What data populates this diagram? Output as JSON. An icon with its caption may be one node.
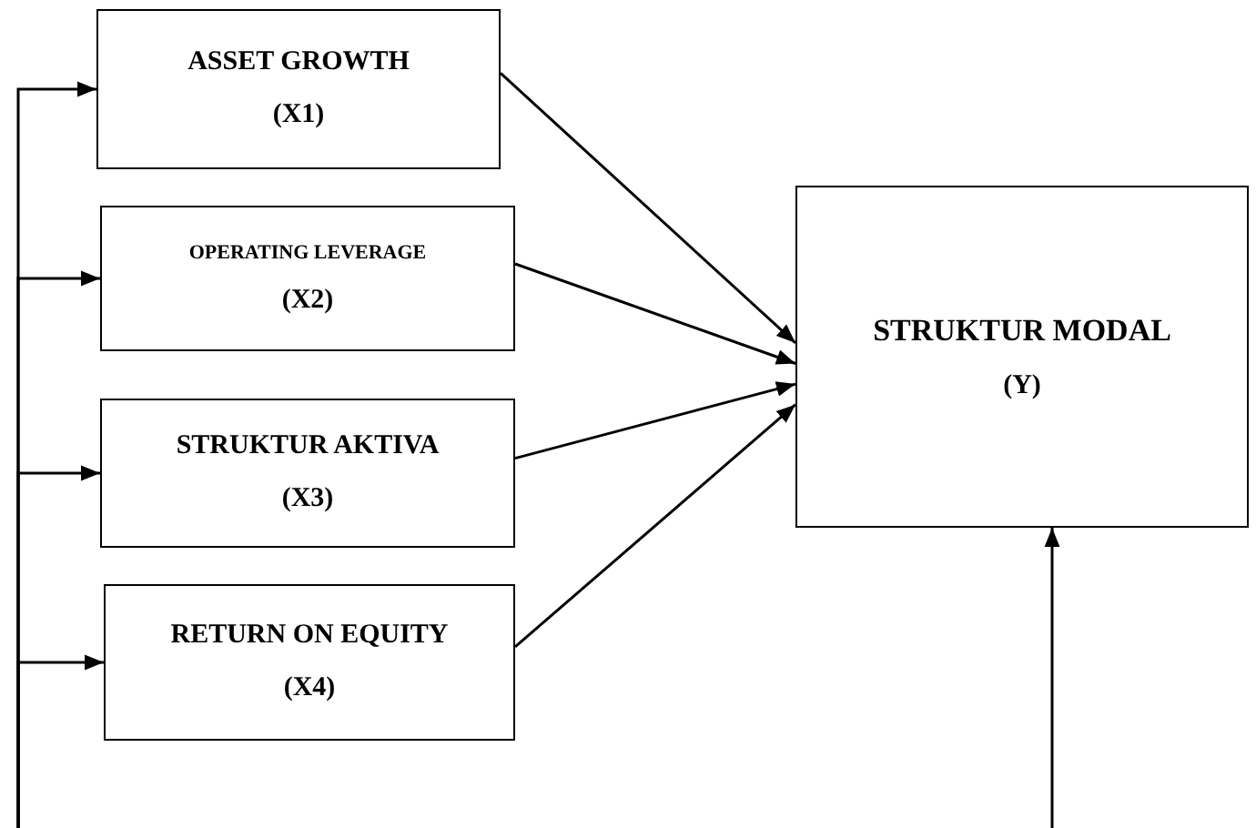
{
  "diagram": {
    "nodes": [
      {
        "text": [
          "ASSET GROWTH",
          "(X1)"
        ]
      },
      {
        "text": [
          "OPERATING LEVERAGE",
          "(X2)"
        ]
      },
      {
        "text": [
          "STRUKTUR AKTIVA",
          "(X3)"
        ]
      },
      {
        "text": [
          "RETURN ON EQUITY",
          "(X4)"
        ]
      },
      {
        "text": [
          "STRUKTUR MODAL",
          "(Y)"
        ]
      }
    ],
    "edges": [
      {
        "from": 0,
        "to": 4,
        "arrow": "to"
      },
      {
        "from": 1,
        "to": 4,
        "arrow": "to"
      },
      {
        "from": 2,
        "to": 4,
        "arrow": "to"
      },
      {
        "from": 3,
        "to": 4,
        "arrow": "to"
      },
      {
        "from": null,
        "to": 0,
        "arrow": "to"
      },
      {
        "from": null,
        "to": 1,
        "arrow": "to"
      },
      {
        "from": null,
        "to": 2,
        "arrow": "to"
      },
      {
        "from": null,
        "to": 3,
        "arrow": "to"
      },
      {
        "from": null,
        "to": 4,
        "arrow": "to"
      }
    ]
  }
}
